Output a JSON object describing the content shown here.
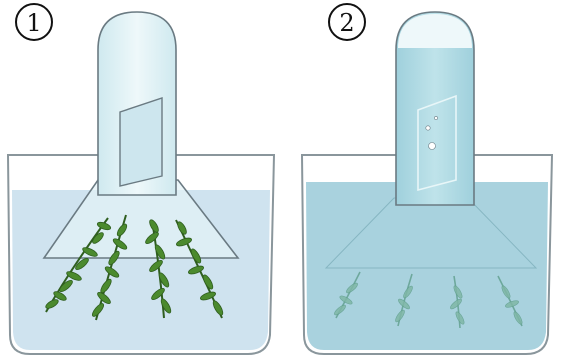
{
  "panels": [
    {
      "label": "1",
      "state": "plants-in-water-light"
    },
    {
      "label": "2",
      "state": "plants-faded-gas-in-tube"
    }
  ],
  "colors": {
    "water": "#cfe3ef",
    "water_dark": "#a9d2de",
    "glass_edge": "#6a7a82",
    "tube_fill": "#d6eef2",
    "plant_green": "#4b8a2e",
    "plant_dark": "#2f5e1f",
    "plant_faded": "#7fb7a6"
  }
}
